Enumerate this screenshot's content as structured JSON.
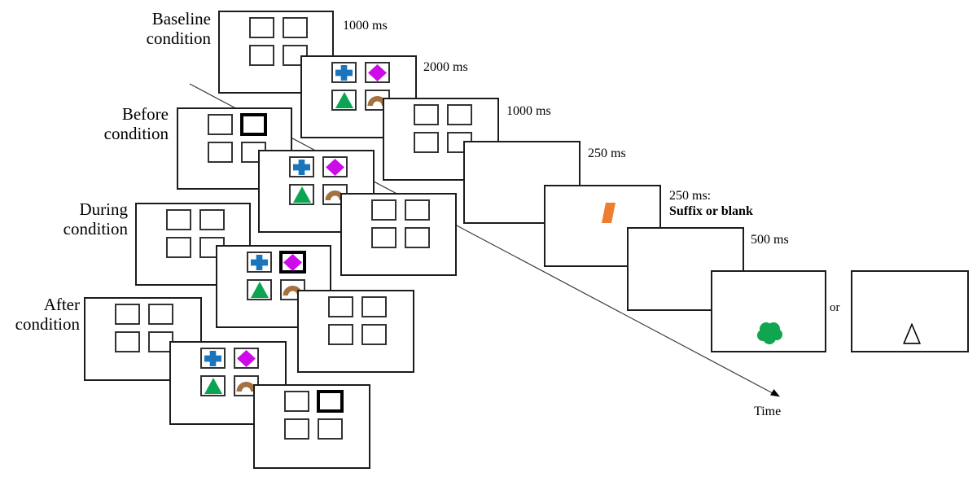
{
  "conditions": [
    {
      "line1": "Baseline",
      "line2": "condition"
    },
    {
      "line1": "Before",
      "line2": "condition"
    },
    {
      "line1": "During",
      "line2": "condition"
    },
    {
      "line1": "After",
      "line2": "condition"
    }
  ],
  "timings": {
    "fixation1": "1000 ms",
    "memory_array": "2000 ms",
    "retention": "1000 ms",
    "blank_250": "250 ms",
    "suffix_line1": "250 ms:",
    "suffix_line2": "Suffix or blank",
    "blank_500": "500 ms"
  },
  "or_label": "or",
  "time_axis_label": "Time",
  "colors": {
    "cross_blue": "#1b75bc",
    "diamond_magenta": "#cc0be8",
    "triangle_green": "#0ba452",
    "arch_brown": "#a5713f",
    "suffix_orange": "#ed7d31",
    "probe_green": "#10a64e",
    "outline_black": "#000000"
  },
  "shapes": {
    "cross": "blue-cross",
    "diamond": "magenta-diamond",
    "triangle": "green-triangle",
    "arch": "brown-arch",
    "cue": "thick-border-square-cue",
    "suffix": "orange-parallelogram-suffix",
    "probe_blob": "green-blob-probe",
    "probe_triangle": "outline-triangle-probe"
  }
}
